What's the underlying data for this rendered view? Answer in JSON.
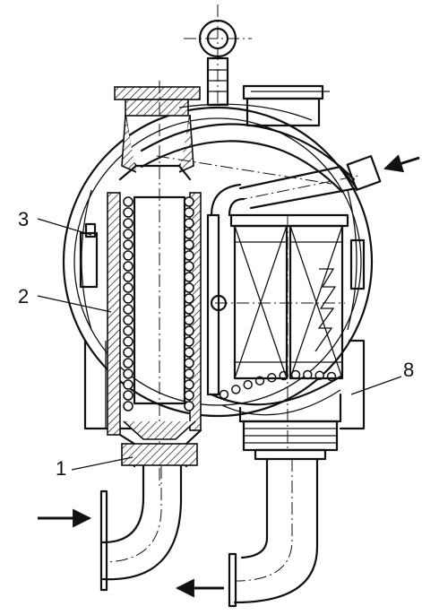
{
  "callouts": [
    {
      "id": "1",
      "text": "1"
    },
    {
      "id": "2",
      "text": "2"
    },
    {
      "id": "3",
      "text": "3"
    },
    {
      "id": "8",
      "text": "8"
    }
  ],
  "colors": {
    "ink": "#111111",
    "paper": "#ffffff"
  }
}
